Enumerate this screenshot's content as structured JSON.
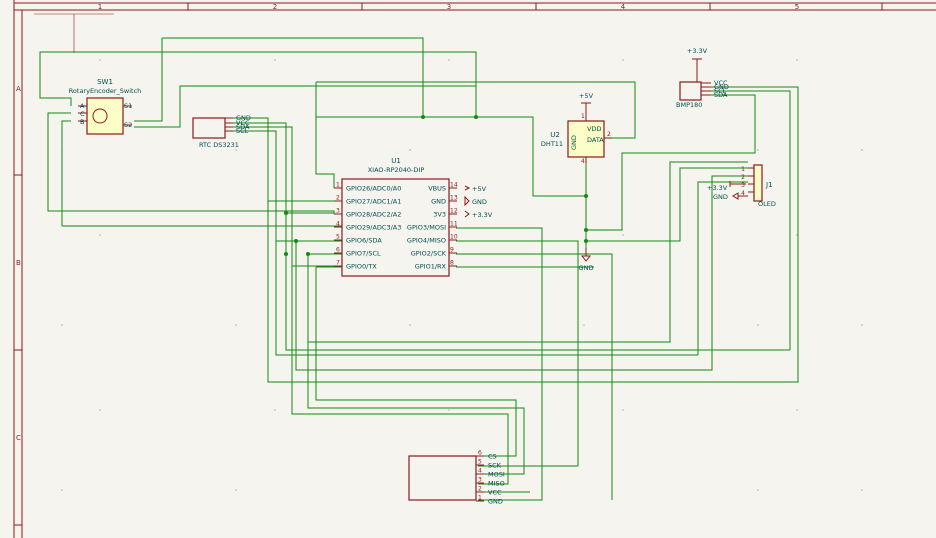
{
  "frame": {
    "columns": [
      "1",
      "2",
      "3",
      "4",
      "5"
    ],
    "rows": [
      "A",
      "B",
      "C"
    ]
  },
  "sw1": {
    "ref": "SW1",
    "value": "RotaryEncoder_Switch",
    "pins": [
      "A",
      "C",
      "B",
      "S1",
      "S2"
    ]
  },
  "rtc": {
    "value": "RTC DS3231",
    "pins": [
      "GND",
      "VCC",
      "SDA",
      "SCL"
    ]
  },
  "u1": {
    "ref": "U1",
    "value": "XIAO-RP2040-DIP",
    "left_pins": [
      {
        "num": "1",
        "name": "GPIO26/ADC0/A0"
      },
      {
        "num": "2",
        "name": "GPIO27/ADC1/A1"
      },
      {
        "num": "3",
        "name": "GPIO28/ADC2/A2"
      },
      {
        "num": "4",
        "name": "GPIO29/ADC3/A3"
      },
      {
        "num": "5",
        "name": "GPIO6/SDA"
      },
      {
        "num": "6",
        "name": "GPIO7/SCL"
      },
      {
        "num": "7",
        "name": "GPIO0/TX"
      }
    ],
    "right_pins": [
      {
        "num": "14",
        "name": "VBUS"
      },
      {
        "num": "13",
        "name": "GND"
      },
      {
        "num": "12",
        "name": "3V3"
      },
      {
        "num": "11",
        "name": "GPIO3/MOSI"
      },
      {
        "num": "10",
        "name": "GPIO4/MISO"
      },
      {
        "num": "9",
        "name": "GPIO2/SCK"
      },
      {
        "num": "8",
        "name": "GPIO1/RX"
      }
    ]
  },
  "u2": {
    "ref": "U2",
    "value": "DHT11",
    "pins": [
      "VDD",
      "DATA",
      "GND"
    ],
    "pin_numbers": [
      "1",
      "2",
      "4"
    ]
  },
  "bmp180": {
    "value": "BMP180",
    "pins": [
      "VCC",
      "GND",
      "SCL",
      "SDA"
    ]
  },
  "j1": {
    "ref": "J1",
    "value": "OLED",
    "pins": [
      "1",
      "2",
      "3",
      "4"
    ]
  },
  "spi_module": {
    "pins": [
      {
        "num": "6",
        "name": "CS"
      },
      {
        "num": "5",
        "name": "SCK"
      },
      {
        "num": "4",
        "name": "MOSI"
      },
      {
        "num": "3",
        "name": "MISO"
      },
      {
        "num": "2",
        "name": "VCC"
      },
      {
        "num": "1",
        "name": "GND"
      }
    ]
  },
  "power": {
    "u2_vdd": "+5V",
    "bmp_vcc": "+3.3V",
    "gnd": "GND",
    "oled_vcc": "+3.3V",
    "oled_gnd": "GND",
    "u1_vbus": "+5V",
    "u1_gnd": "GND",
    "u1_3v3": "+3.3V"
  },
  "colors": {
    "wire": "#138a13",
    "symbol": "#8a1a1a",
    "label": "#004e4e",
    "body_fill": "#fdfdc7",
    "background": "#f5f4ef"
  }
}
